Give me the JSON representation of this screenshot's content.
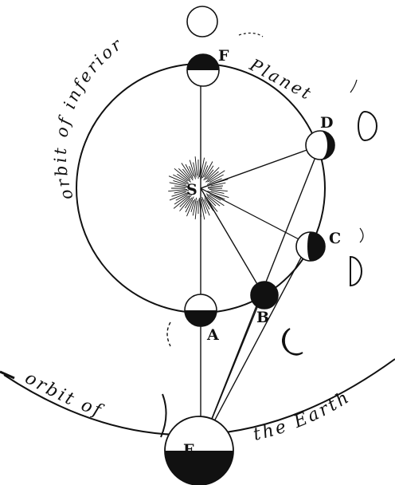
{
  "labels": {
    "sun": "S",
    "a": "A",
    "b": "B",
    "c": "C",
    "d": "D",
    "f": "F",
    "e": "E"
  },
  "orbits": {
    "inferior_left": "orbit of inferior",
    "inferior_right": "Planet",
    "earth_left": "orbit of",
    "earth_right": "the Earth"
  },
  "colors": {
    "ink": "#111111",
    "paper": "#ffffff"
  }
}
